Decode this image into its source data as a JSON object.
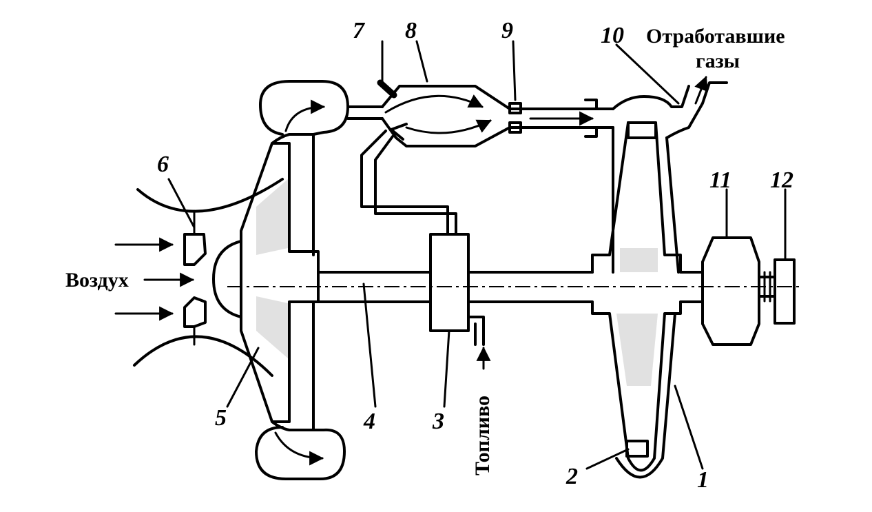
{
  "labels": {
    "air": "Воздух",
    "exhaust_line1": "Отработавшие",
    "exhaust_line2": "газы",
    "fuel": "Топливо"
  },
  "numbers": {
    "n1": "1",
    "n2": "2",
    "n3": "3",
    "n4": "4",
    "n5": "5",
    "n6": "6",
    "n7": "7",
    "n8": "8",
    "n9": "9",
    "n10": "10",
    "n11": "11",
    "n12": "12"
  }
}
